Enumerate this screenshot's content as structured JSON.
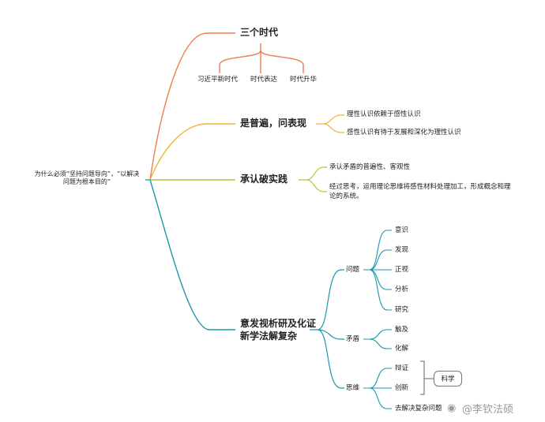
{
  "root": "为什么必须“坚持问题导向”，“以解决问题为根本目的”",
  "branches": {
    "b1": {
      "title": "三个时代",
      "leaves": [
        "习近平新时代",
        "时代表达",
        "时代升华"
      ]
    },
    "b2": {
      "title": "是普遍，问表现",
      "leaves": [
        "理性认识依赖于感性认识",
        "感性认识有待于发展和深化为理性认识"
      ]
    },
    "b3": {
      "title": "承认破实践",
      "leaves": [
        "承认矛盾的普遍性、客观性",
        "经过思考，运用理论思维将感性材料处理加工，形成概念和理论的系统。"
      ]
    },
    "b4": {
      "title": "意发视析研及化证新学法解复杂",
      "sub": {
        "problem": {
          "label": "问题",
          "leaves": [
            "意识",
            "发现",
            "正视",
            "分析",
            "研究"
          ]
        },
        "contradiction": {
          "label": "矛盾",
          "leaves": [
            "触及",
            "化解"
          ]
        },
        "thinking": {
          "label": "思维",
          "leaves": [
            "辩证",
            "创新",
            "去解决复杂问题"
          ]
        }
      },
      "science": "科学"
    }
  },
  "watermark": "@李钦法硕",
  "colors": {
    "orange": "#ef7d52",
    "yellow": "#f1b431",
    "green": "#a9c93c",
    "teal": "#1b97ad"
  }
}
